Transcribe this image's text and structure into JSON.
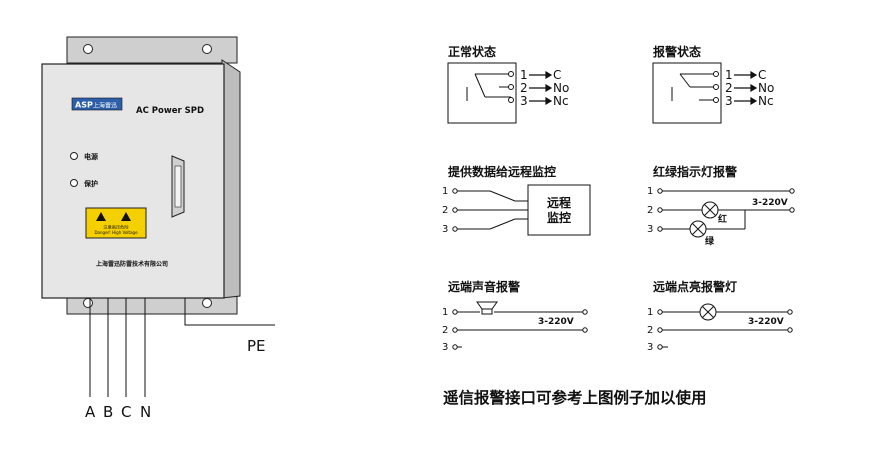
{
  "device": {
    "logo": "ASP",
    "logo_company": "上海雷迅",
    "product": "AC Power SPD",
    "led_power": "电源",
    "led_protect": "保护",
    "warning_cn": "注意高压危险",
    "warning_en": "Danger! High Voltage",
    "company": "上海雷迅防雷技术有限公司",
    "pe_label": "PE",
    "terminals": [
      "A",
      "B",
      "C",
      "N"
    ]
  },
  "normal": {
    "title": "正常状态",
    "contacts": [
      "1",
      "2",
      "3"
    ],
    "labels": [
      "C",
      "No",
      "Nc"
    ]
  },
  "alarm": {
    "title": "报警状态",
    "contacts": [
      "1",
      "2",
      "3"
    ],
    "labels": [
      "C",
      "No",
      "Nc"
    ]
  },
  "remote_monitor": {
    "title": "提供数据给远程监控",
    "pins": [
      "1",
      "2",
      "3"
    ],
    "box": [
      "远程",
      "监控"
    ]
  },
  "lamp_alarm": {
    "title": "红绿指示灯报警",
    "pins": [
      "1",
      "2",
      "3"
    ],
    "voltage": "3-220V",
    "red": "红",
    "green": "绿"
  },
  "sound_alarm": {
    "title": "远端声音报警",
    "pins": [
      "1",
      "2",
      "3"
    ],
    "voltage": "3-220V"
  },
  "light_alarm": {
    "title": "远端点亮报警灯",
    "pins": [
      "1",
      "2",
      "3"
    ],
    "voltage": "3-220V"
  },
  "footer": "遥信报警接口可参考上图例子加以使用"
}
